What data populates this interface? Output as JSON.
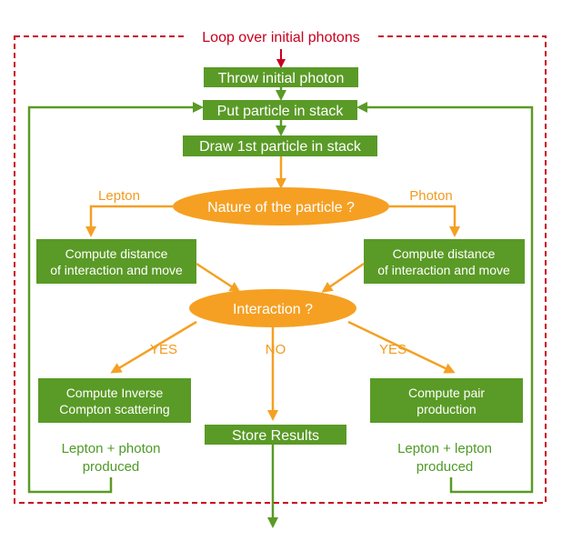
{
  "loop_label": "Loop over initial photons",
  "boxes": {
    "throw": "Throw initial photon",
    "put": "Put particle in stack",
    "draw": "Draw 1st particle in stack",
    "compute_left_1": "Compute distance",
    "compute_left_2": "of interaction and move",
    "compute_right_1": "Compute distance",
    "compute_right_2": "of interaction and move",
    "ic_1": "Compute Inverse",
    "ic_2": "Compton scattering",
    "pair_1": "Compute pair",
    "pair_2": "production",
    "store": "Store Results"
  },
  "decisions": {
    "nature": "Nature of the particle ?",
    "interaction": "Interaction ?"
  },
  "labels": {
    "lepton": "Lepton",
    "photon": "Photon",
    "yes_left": "YES",
    "no": "NO",
    "yes_right": "YES",
    "produced_left_1": "Lepton + photon",
    "produced_left_2": "produced",
    "produced_right_1": "Lepton + lepton",
    "produced_right_2": "produced"
  },
  "colors": {
    "green": "#5a9a26",
    "orange": "#f5a023",
    "dashed_red": "#c8001e",
    "loop_text": "#c8001e",
    "label_orange": "#f29a1e",
    "label_green": "#4e9a26"
  }
}
